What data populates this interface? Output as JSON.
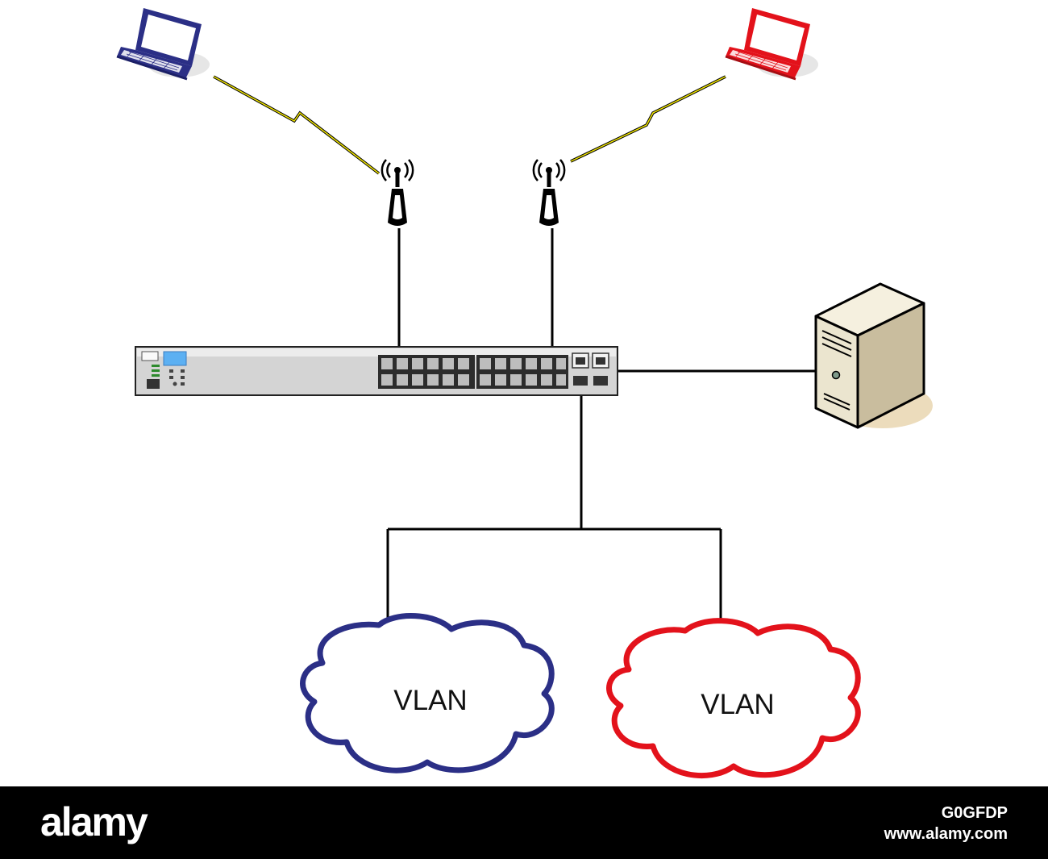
{
  "diagram": {
    "nodes": {
      "laptop_left": {
        "icon": "laptop-icon",
        "color": "#2b2f86"
      },
      "laptop_right": {
        "icon": "laptop-icon",
        "color": "#e3121b"
      },
      "access_point_left": {
        "icon": "antenna-icon"
      },
      "access_point_right": {
        "icon": "antenna-icon"
      },
      "switch": {
        "icon": "network-switch-icon"
      },
      "server": {
        "icon": "server-tower-icon",
        "color": "#efe6c7"
      }
    },
    "clouds": [
      {
        "label": "VLAN",
        "color": "#2b2f86"
      },
      {
        "label": "VLAN",
        "color": "#e3121b"
      }
    ],
    "wireless_link_color": "#f2e600",
    "wire_color": "#000000"
  },
  "watermark": {
    "brand": "alamy",
    "image_id": "G0GFDP",
    "url": "www.alamy.com"
  }
}
